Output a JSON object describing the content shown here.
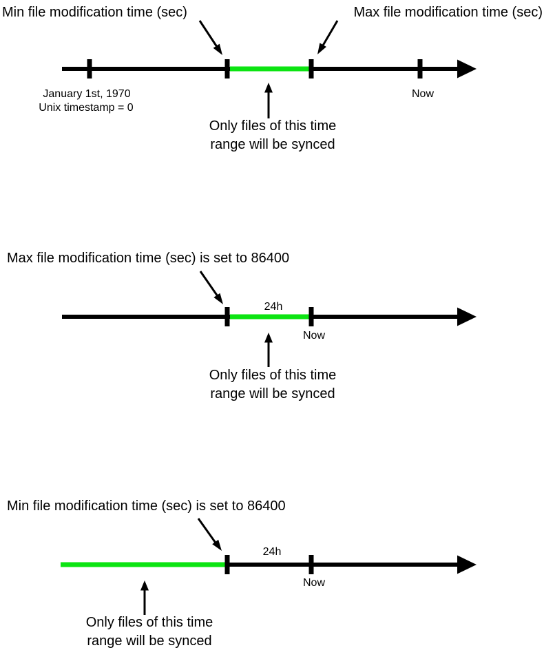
{
  "colors": {
    "line": "#000000",
    "range_highlight": "#0ce412",
    "text": "#000000",
    "background": "#ffffff"
  },
  "diagram_default_range": {
    "min_label": "Min file modification time (sec)",
    "max_label": "Max file modification time (sec)",
    "epoch_line1": "January 1st, 1970",
    "epoch_line2": "Unix timestamp = 0",
    "now_label": "Now",
    "annotation_line1": "Only files of this time",
    "annotation_line2": "range will be synced"
  },
  "diagram_max_set": {
    "title": "Max file modification time (sec) is set to 86400",
    "range_label": "24h",
    "now_label": "Now",
    "annotation_line1": "Only files of this time",
    "annotation_line2": "range will be synced"
  },
  "diagram_min_set": {
    "title": "Min file modification time (sec) is set to 86400",
    "range_label": "24h",
    "now_label": "Now",
    "annotation_line1": "Only files of this time",
    "annotation_line2": "range will be synced"
  }
}
